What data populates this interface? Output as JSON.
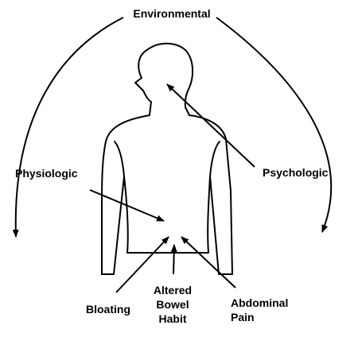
{
  "labels": {
    "environmental": "Environmental",
    "physiologic": "Physiologic",
    "psychologic": "Psychologic",
    "bloating": "Bloating",
    "altered_bowel_habit": [
      "Altered",
      "Bowel",
      "Habit"
    ],
    "abdominal_pain": [
      "Abdominal",
      "Pain"
    ]
  },
  "colors": {
    "stroke": "#000000",
    "text": "#000000",
    "background": "#ffffff"
  }
}
